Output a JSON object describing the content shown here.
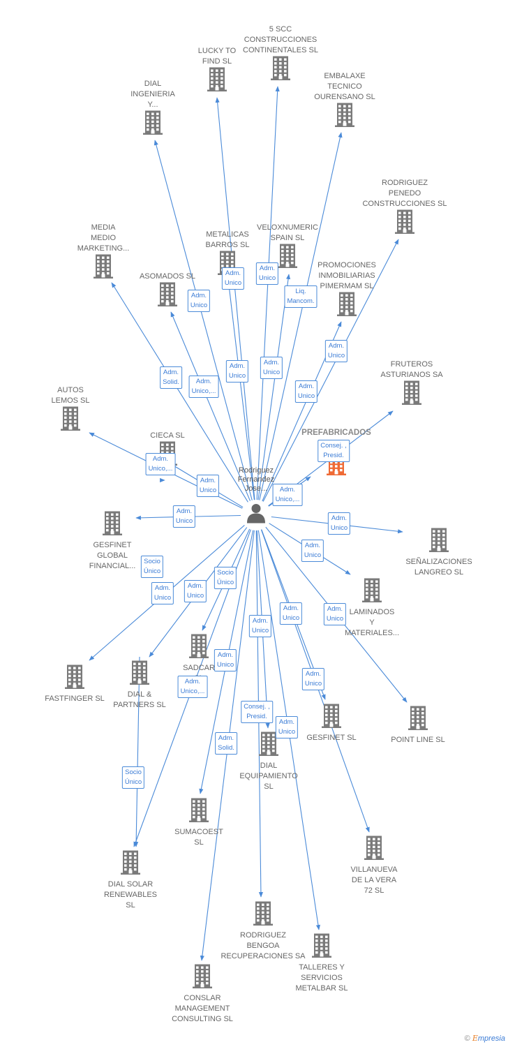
{
  "colors": {
    "edge": "#4a8ad8",
    "building": "#7a7a7a",
    "focus": "#ef6a35",
    "person": "#666666"
  },
  "center": {
    "label": "Rodriguez\nFernandez\nJose..."
  },
  "nodes": [
    {
      "label": "5 SCC\nCONSTRUCCIONES\nCONTINENTALES SL",
      "icon": "building-icon"
    },
    {
      "label": "LUCKY TO\nFIND SL",
      "icon": "building-icon"
    },
    {
      "label": "EMBALAXE\nTECNICO\nOURENSANO SL",
      "icon": "building-icon"
    },
    {
      "label": "DIAL\nINGENIERIA\nY...",
      "icon": "building-icon"
    },
    {
      "label": "RODRIGUEZ\nPENEDO\nCONSTRUCCIONES SL",
      "icon": "building-icon"
    },
    {
      "label": "MEDIA\nMEDIO\nMARKETING...",
      "icon": "building-icon"
    },
    {
      "label": "METALICAS\nBARROS SL",
      "icon": "building-icon"
    },
    {
      "label": "VELOXNUMERIC\nSPAIN  SL",
      "icon": "building-icon"
    },
    {
      "label": "ASOMADOS  SL",
      "icon": "building-icon"
    },
    {
      "label": "PROMOCIONES\nINMOBILIARIAS\nPIMERMAM SL",
      "icon": "building-icon"
    },
    {
      "label": "FRUTEROS\nASTURIANOS SA",
      "icon": "building-icon"
    },
    {
      "label": "AUTOS\nLEMOS SL",
      "icon": "building-icon"
    },
    {
      "label": "PREFABRICADOS",
      "icon": "building-icon",
      "focus": true
    },
    {
      "label": "CIECA  SL",
      "icon": "building-icon"
    },
    {
      "label": "GESFINET\nGLOBAL\nFINANCIAL...",
      "icon": "building-icon"
    },
    {
      "label": "SEÑALIZACIONES\nLANGREO SL",
      "icon": "building-icon"
    },
    {
      "label": "LAMINADOS\nY\nMATERIALES...",
      "icon": "building-icon"
    },
    {
      "label": "SADCAR\nSL",
      "icon": "building-icon"
    },
    {
      "label": "FASTFINGER SL",
      "icon": "building-icon"
    },
    {
      "label": "DIAL &\nPARTNERS  SL",
      "icon": "building-icon"
    },
    {
      "label": "POINT LINE SL",
      "icon": "building-icon"
    },
    {
      "label": "GESFINET SL",
      "icon": "building-icon"
    },
    {
      "label": "DIAL\nEQUIPAMIENTO\nSL",
      "icon": "building-icon"
    },
    {
      "label": "SUMACOEST\nSL",
      "icon": "building-icon"
    },
    {
      "label": "VILLANUEVA\nDE LA VERA\n72 SL",
      "icon": "building-icon"
    },
    {
      "label": "DIAL SOLAR\nRENEWABLES\nSL",
      "icon": "building-icon"
    },
    {
      "label": "RODRIGUEZ\nBENGOA\nRECUPERACIONES SA",
      "icon": "building-icon"
    },
    {
      "label": "TALLERES Y\nSERVICIOS\nMETALBAR  SL",
      "icon": "building-icon"
    },
    {
      "label": "CONSLAR\nMANAGEMENT\nCONSULTING SL",
      "icon": "building-icon"
    }
  ],
  "roles": [
    "Adm.\nUnico",
    "Adm.\nUnico",
    "Liq.\nMancom.",
    "Adm.\nUnico",
    "Adm.\nUnico",
    "Adm.\nUnico",
    "Adm.\nSolid.",
    "Adm.\nUnico,...",
    "Adm.\nUnico",
    "Adm.\nUnico",
    "Consej. ,\nPresid.",
    "Adm.\nUnico,...",
    "Adm.\nUnico",
    "Adm.\nUnico,...",
    "Adm.\nUnico",
    "Adm.\nUnico",
    "Adm.\nUnico",
    "Socio\nÚnico",
    "Adm.\nUnico",
    "Adm.\nUnico",
    "Socio\nÚnico",
    "Adm.\nUnico",
    "Adm.\nUnico",
    "Adm.\nUnico",
    "Adm.\nUnico",
    "Adm.\nUnico",
    "Adm.\nUnico,...",
    "Consej. ,\nPresid.",
    "Adm.\nUnico",
    "Adm.\nSolid.",
    "Socio\nÚnico"
  ],
  "footer": {
    "copyright": "©",
    "brand_initial": "E",
    "brand_rest": "mpresia"
  }
}
